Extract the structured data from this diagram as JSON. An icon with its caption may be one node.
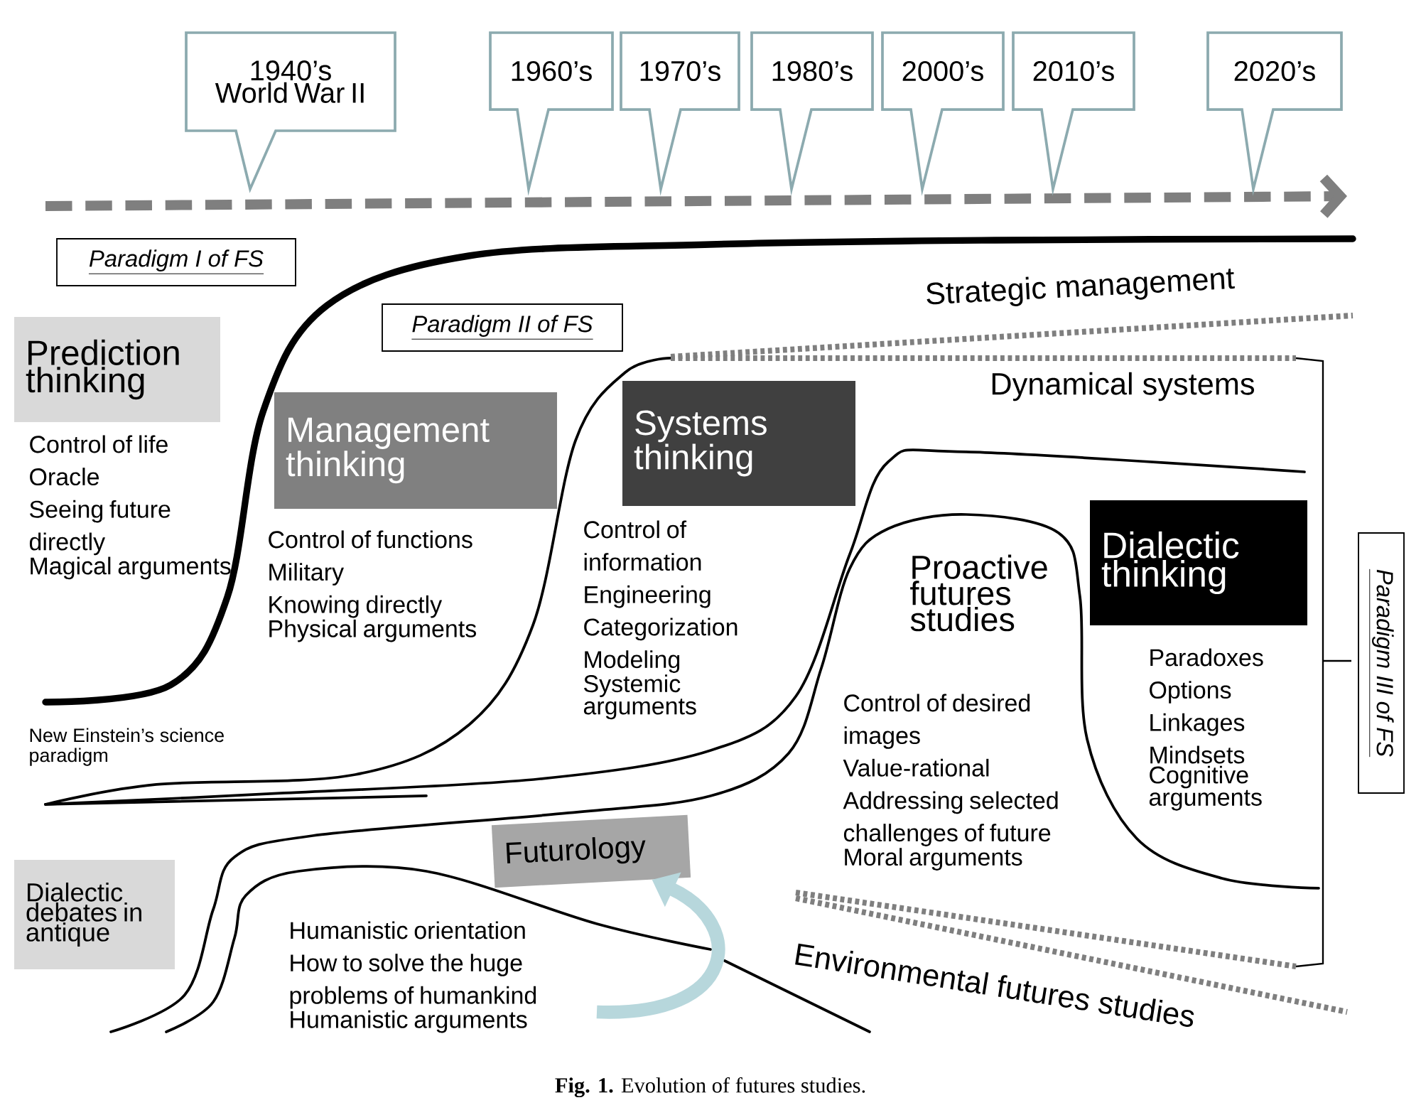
{
  "diagram": {
    "caption": "**Fig. 1.** Evolution of futures studies.",
    "nodes": [
      {
        "text": [
          "1940’s World War II"
        ]
      },
      {
        "text": [
          "1960’s"
        ]
      },
      {
        "text": [
          "1970’s"
        ]
      },
      {
        "text": [
          "1980’s"
        ]
      },
      {
        "text": [
          "2000’s"
        ]
      },
      {
        "text": [
          "2010’s"
        ]
      },
      {
        "text": [
          "2020’s"
        ]
      },
      {
        "text": [
          "Paradigm I of FS"
        ]
      },
      {
        "text": [
          "Paradigm II of FS"
        ]
      },
      {
        "text": [
          "Prediction thinking"
        ]
      },
      {
        "text": [
          "Management thinking"
        ]
      },
      {
        "text": [
          "Systems thinking"
        ]
      },
      {
        "text": [
          "Dialectic thinking"
        ]
      },
      {
        "text": [
          "Paradigm III of FS"
        ]
      },
      {
        "text": [
          "Dialectic debates in antique"
        ]
      },
      {
        "text": [
          "Futurology"
        ]
      }
    ],
    "edges": [
      {
        "from": null,
        "to": 15,
        "arrow": "to"
      }
    ],
    "labels": [
      "Strategic management",
      "Dynamical systems",
      "Control of life",
      "Oracle",
      "Seeing future directly",
      "Magical arguments",
      "Control of functions",
      "Military",
      "Knowing directly",
      "Physical arguments",
      "Control of information",
      "Engineering",
      "Categorization",
      "Modeling",
      "Systemic arguments",
      "Proactive futures studies",
      "Paradoxes",
      "Options",
      "Linkages",
      "Mindsets",
      "Cognitive arguments",
      "Control of desired images",
      "Value-rational",
      "Addressing selected challenges of future",
      "Moral arguments",
      "New Einstein’s science paradigm",
      "Humanistic orientation",
      "How to solve the huge problems of humankind",
      "Humanistic arguments",
      "Environmental futures studies"
    ]
  }
}
